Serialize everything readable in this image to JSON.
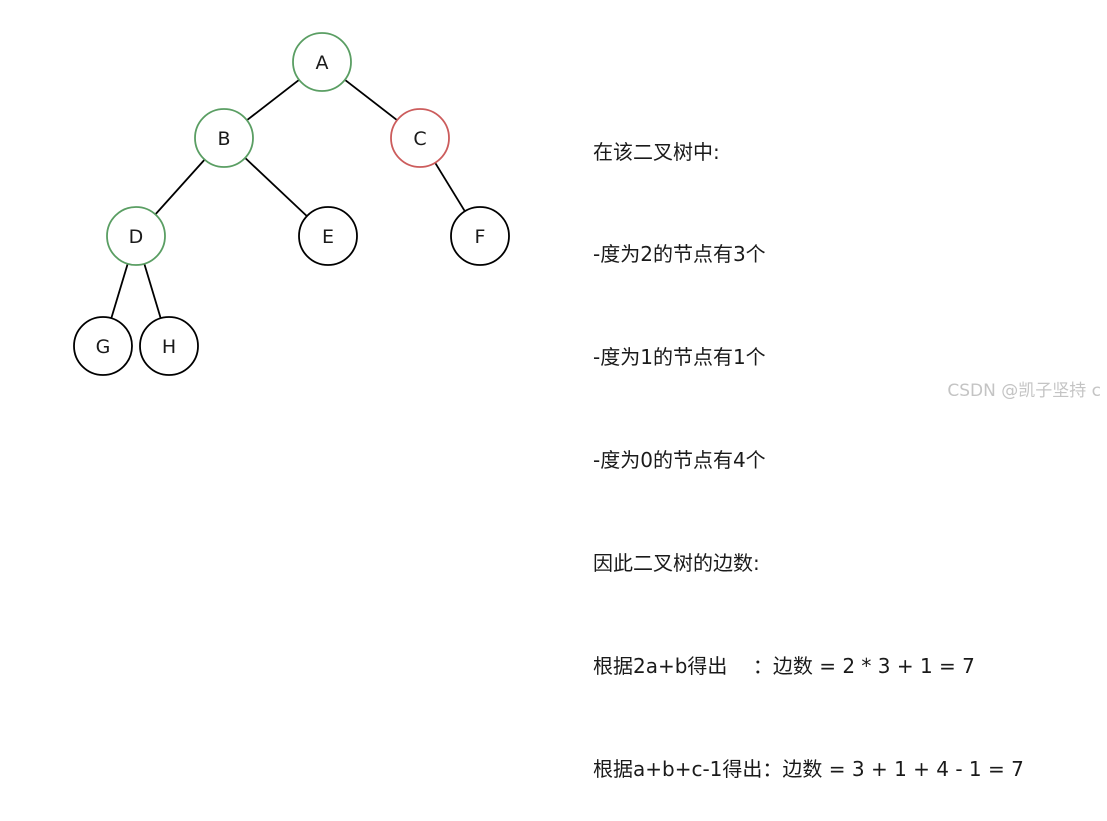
{
  "colors": {
    "default_stroke": "#000000",
    "highlight_green": "#5a9e63",
    "highlight_red": "#cc5c5c",
    "watermark": "#c4c4c4"
  },
  "tree": {
    "nodes": [
      {
        "id": "A",
        "label": "A",
        "status": "degree-2"
      },
      {
        "id": "B",
        "label": "B",
        "status": "degree-2"
      },
      {
        "id": "C",
        "label": "C",
        "status": "degree-1"
      },
      {
        "id": "D",
        "label": "D",
        "status": "degree-2"
      },
      {
        "id": "E",
        "label": "E",
        "status": "leaf"
      },
      {
        "id": "F",
        "label": "F",
        "status": "leaf"
      },
      {
        "id": "G",
        "label": "G",
        "status": "leaf"
      },
      {
        "id": "H",
        "label": "H",
        "status": "leaf"
      }
    ],
    "edges": [
      {
        "from": "A",
        "to": "B"
      },
      {
        "from": "A",
        "to": "C"
      },
      {
        "from": "B",
        "to": "D"
      },
      {
        "from": "B",
        "to": "E"
      },
      {
        "from": "C",
        "to": "F"
      },
      {
        "from": "D",
        "to": "G"
      },
      {
        "from": "D",
        "to": "H"
      }
    ]
  },
  "explanation": {
    "lines": [
      "在该二叉树中:",
      "-度为2的节点有3个",
      "-度为1的节点有1个",
      "-度为0的节点有4个",
      "因此二叉树的边数:",
      "根据2a+b得出    ：边数 = 2 * 3 + 1 = 7",
      "根据a+b+c-1得出：边数 = 3 + 1 + 4 - 1 = 7"
    ]
  },
  "watermark": {
    "text": "CSDN @凯子坚持 c"
  }
}
